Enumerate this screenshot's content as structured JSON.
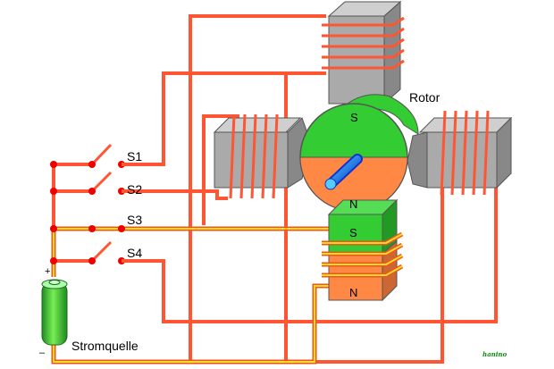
{
  "labels": {
    "rotor": "Rotor",
    "s1": "S1",
    "s2": "S2",
    "s3": "S3",
    "s4": "S4",
    "source": "Stromquelle",
    "plus": "+",
    "minus": "–",
    "signature": "hanino"
  },
  "poles": {
    "rotor_south": "S",
    "rotor_north": "N",
    "stator_bottom_top": "S",
    "stator_bottom_base": "N"
  },
  "colors": {
    "wire_active": "#ff5533",
    "wire_energized": "#ffcc00",
    "node": "#ee0000",
    "rotor_south": "#33cc33",
    "rotor_north": "#ff8844",
    "stator_core": "#aaaaaa",
    "shaft": "#2244dd",
    "battery": "#44cc44"
  },
  "switches": [
    {
      "name": "S1",
      "state": "open"
    },
    {
      "name": "S2",
      "state": "open"
    },
    {
      "name": "S3",
      "state": "closed"
    },
    {
      "name": "S4",
      "state": "open"
    }
  ]
}
